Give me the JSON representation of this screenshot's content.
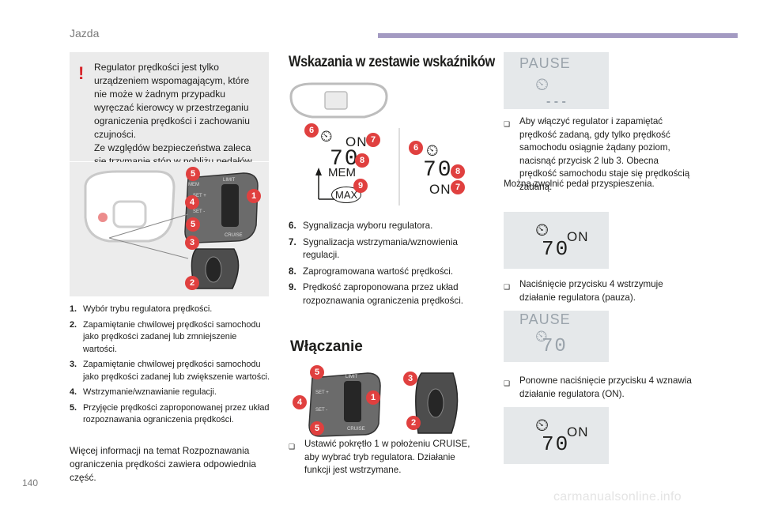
{
  "header": {
    "section": "Jazda",
    "page_number": "140",
    "watermark": "carmanualsonline.info"
  },
  "warning": {
    "mark": "!",
    "text": "Regulator prędkości jest tylko urządzeniem wspomagającym, które nie może w żadnym przypadku wyręczać kierowcy w przestrzeganiu ograniczenia prędkości i zachowaniu czujności.",
    "text2": "Ze względów bezpieczeństwa zaleca się trzymanie stóp w pobliżu pedałów."
  },
  "controls_list": [
    {
      "num": "1.",
      "text": "Wybór trybu regulatora prędkości."
    },
    {
      "num": "2.",
      "text": "Zapamiętanie chwilowej prędkości samochodu jako prędkości zadanej lub zmniejszenie wartości."
    },
    {
      "num": "3.",
      "text": "Zapamiętanie chwilowej prędkości samochodu jako prędkości zadanej lub zwiększenie wartości."
    },
    {
      "num": "4.",
      "text": "Wstrzymanie/wznawianie regulacji."
    },
    {
      "num": "5.",
      "text": "Przyjęcie prędkości zaproponowanej przez układ rozpoznawania ograniczenia prędkości."
    }
  ],
  "more_info": "Więcej informacji na temat Rozpoznawania ograniczenia prędkości zawiera odpowiednia część.",
  "indicators": {
    "title": "Wskazania w zestawie wskaźników",
    "list": [
      {
        "num": "6.",
        "text": "Sygnalizacja wyboru regulatora."
      },
      {
        "num": "7.",
        "text": "Sygnalizacja wstrzymania/wznowienia regulacji."
      },
      {
        "num": "8.",
        "text": "Zaprogramowana wartość prędkości."
      },
      {
        "num": "9.",
        "text": "Prędkość zaproponowana przez układ rozpoznawania ograniczenia prędkości."
      }
    ]
  },
  "activation": {
    "title": "Włączanie",
    "step1": "Ustawić pokrętło 1 w położeniu CRUISE, aby wybrać tryb regulatora. Działanie funkcji jest wstrzymane."
  },
  "right": {
    "bullet1": "Aby włączyć regulator i zapamiętać prędkość zadaną, gdy tylko prędkość samochodu osiągnie żądany poziom, nacisnąć przycisk 2 lub 3. Obecna prędkość samochodu staje się prędkością zadaną.",
    "release_pedal": "Można zwolnić pedał przyspieszenia.",
    "bullet2": "Naciśnięcie przycisku 4 wstrzymuje działanie regulatora (pauza).",
    "bullet3": "Ponowne naciśnięcie przycisku 4 wznawia działanie regulatora (ON)."
  },
  "display": {
    "pause": "PAUSE",
    "on": "ON",
    "speed": "70",
    "dashes": "- - -",
    "mem": "MEM",
    "max": "MAX",
    "bullet_symbol": "❑"
  },
  "callouts": {
    "c1": "1",
    "c2": "2",
    "c3": "3",
    "c4": "4",
    "c5": "5",
    "c6": "6",
    "c7": "7",
    "c8": "8",
    "c9": "9"
  },
  "stalk_labels": {
    "limit": "LIMIT",
    "cruise": "CRUISE",
    "mem": "MEM",
    "set_plus": "SET +",
    "set_minus": "SET -"
  },
  "colors": {
    "accent_red": "#e0403f",
    "section_bar": "#a39ac2",
    "panel_bg": "#ececec",
    "display_bg": "#e5e8ea"
  }
}
